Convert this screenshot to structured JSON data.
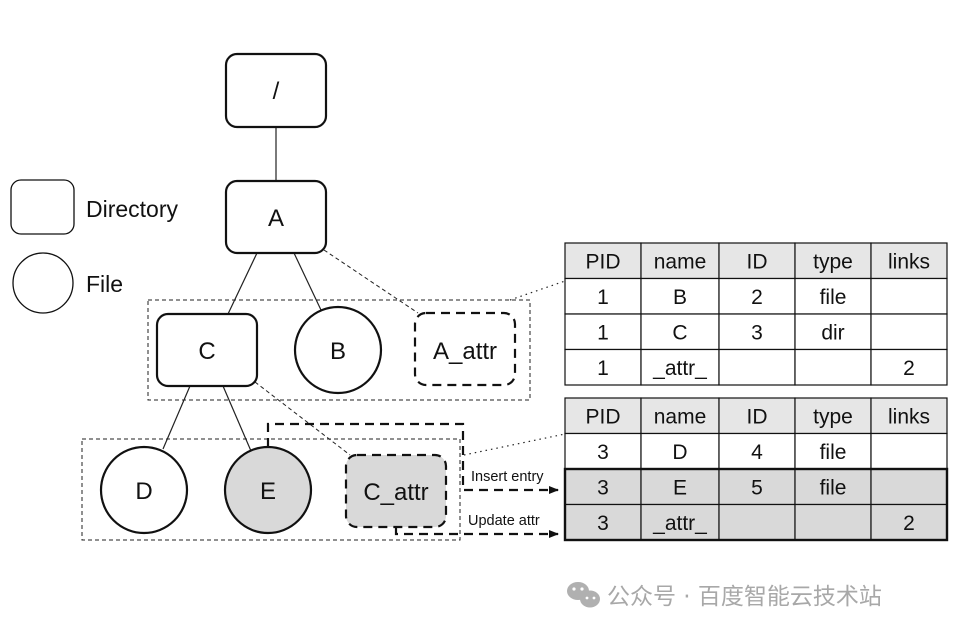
{
  "legend": {
    "directory_label": "Directory",
    "file_label": "File"
  },
  "nodes": {
    "root": "/",
    "a": "A",
    "c": "C",
    "b": "B",
    "a_attr": "A_attr",
    "d": "D",
    "e": "E",
    "c_attr": "C_attr"
  },
  "arrows": {
    "insert_label": "Insert entry",
    "update_label": "Update attr"
  },
  "table_top": {
    "headers": [
      "PID",
      "name",
      "ID",
      "type",
      "links"
    ],
    "rows": [
      [
        "1",
        "B",
        "2",
        "file",
        ""
      ],
      [
        "1",
        "C",
        "3",
        "dir",
        ""
      ],
      [
        "1",
        "_attr_",
        "",
        "",
        "2"
      ]
    ],
    "highlighted_rows": []
  },
  "table_bottom": {
    "headers": [
      "PID",
      "name",
      "ID",
      "type",
      "links"
    ],
    "rows": [
      [
        "3",
        "D",
        "4",
        "file",
        ""
      ],
      [
        "3",
        "E",
        "5",
        "file",
        ""
      ],
      [
        "3",
        "_attr_",
        "",
        "",
        "2"
      ]
    ],
    "highlighted_rows": [
      1,
      2
    ]
  },
  "colors": {
    "highlight": "#d9d9d9",
    "header": "#e6e6e6",
    "stroke": "#111111"
  },
  "watermark": {
    "text": "公众号 · 百度智能云技术站",
    "icon": "wechat-icon"
  }
}
